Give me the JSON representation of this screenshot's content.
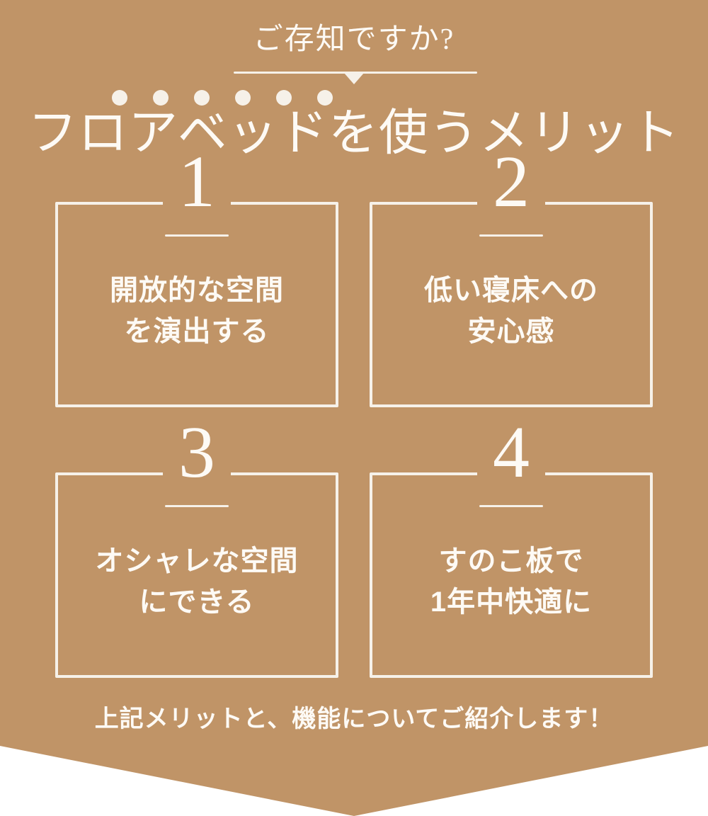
{
  "theme": {
    "background_color": "#c09467",
    "text_color": "#fdfaf5",
    "rule_color": "#f6f1e9",
    "page_color": "#ffffff"
  },
  "header": {
    "eyebrow": "ご存知ですか?",
    "title": "フロアベッドを使うメリット",
    "dot_count": 6
  },
  "merits": [
    {
      "number": "1",
      "line1": "開放的な空間",
      "line2": "を演出する"
    },
    {
      "number": "2",
      "line1": "低い寝床への",
      "line2": "安心感"
    },
    {
      "number": "3",
      "line1": "オシャレな空間",
      "line2": "にできる"
    },
    {
      "number": "4",
      "line1": "すのこ板で",
      "line2": "1年中快適に"
    }
  ],
  "footer": {
    "note": "上記メリットと、機能についてご紹介します！"
  }
}
